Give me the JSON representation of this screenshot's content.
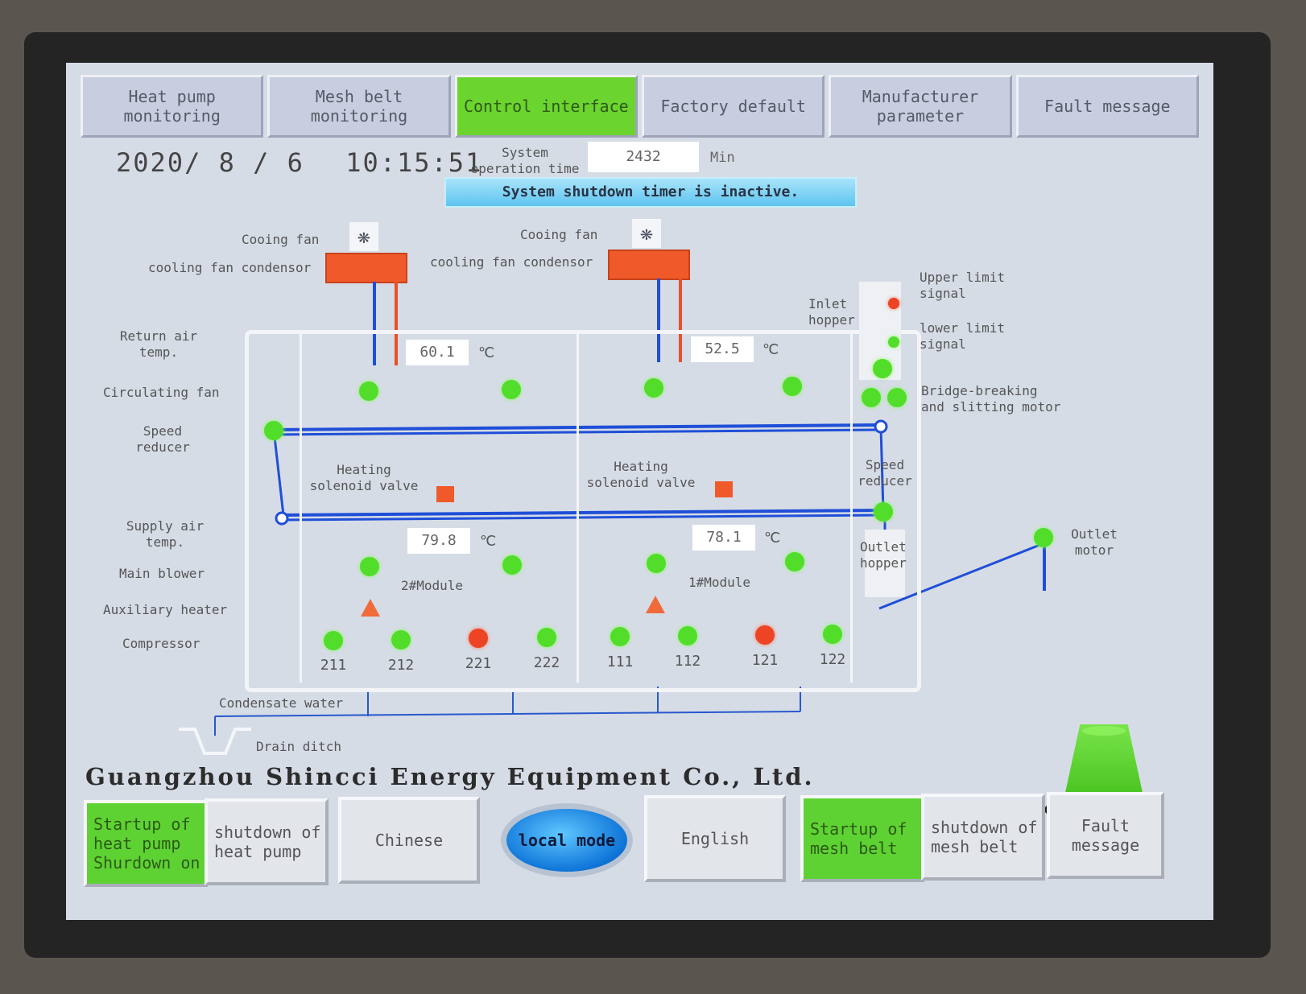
{
  "nav": {
    "tabs": [
      {
        "label": "Heat pump\nmonitoring",
        "active": false
      },
      {
        "label": "Mesh belt\nmonitoring",
        "active": false
      },
      {
        "label": "Control interface",
        "active": true
      },
      {
        "label": "Factory default",
        "active": false
      },
      {
        "label": "Manufacturer\nparameter",
        "active": false
      },
      {
        "label": "Fault message",
        "active": false
      }
    ]
  },
  "status": {
    "date": "2020/ 8 / 6",
    "time": "10:15:51",
    "op_time_label": "System\noperation time",
    "op_time_value": "2432",
    "op_time_unit": "Min",
    "shutdown_banner": "System shutdown timer is inactive."
  },
  "labels": {
    "cooing_fan": "Cooing  fan",
    "cooling_fan_condensor": "cooling fan condensor",
    "return_air_temp": "Return air\ntemp.",
    "circulating_fan": "Circulating fan",
    "speed_reducer": "Speed\nreducer",
    "supply_air_temp": "Supply air\ntemp.",
    "main_blower": "Main blower",
    "auxiliary_heater": "Auxiliary heater",
    "compressor": "Compressor",
    "heating_solenoid_valve": "Heating\nsolenoid valve",
    "module_2": "2#Module",
    "module_1": "1#Module",
    "inlet_hopper": "Inlet\nhopper",
    "upper_limit_signal": "Upper limit\nsignal",
    "lower_limit_signal": "lower  limit\nsignal",
    "bridge_breaking_motor": "Bridge-breaking\nand slitting motor",
    "speed_reducer_right": "Speed\nreducer",
    "outlet_hopper": "Outlet\nhopper",
    "outlet_motor": "Outlet\nmotor",
    "condensate_water": "Condensate water",
    "drain_ditch": "Drain ditch",
    "temp_unit": "℃"
  },
  "readings": {
    "return_air_module2": "60.1",
    "return_air_module1": "52.5",
    "supply_air_module2": "79.8",
    "supply_air_module1": "78.1"
  },
  "compressors": [
    {
      "id": "211",
      "state": "on"
    },
    {
      "id": "212",
      "state": "on"
    },
    {
      "id": "221",
      "state": "fault"
    },
    {
      "id": "222",
      "state": "on"
    },
    {
      "id": "111",
      "state": "on"
    },
    {
      "id": "112",
      "state": "on"
    },
    {
      "id": "121",
      "state": "fault"
    },
    {
      "id": "122",
      "state": "on"
    }
  ],
  "company": "Guangzhou Shincci Energy Equipment Co., Ltd.",
  "buttons": {
    "startup_heat_pump": "Startup of\nheat pump\nShurdown on",
    "shutdown_heat_pump": "shutdown  of\nheat pump",
    "chinese": "Chinese",
    "local_mode": "local mode",
    "english": "English",
    "startup_mesh_belt": "Startup of\nmesh belt",
    "shutdown_mesh_belt": "shutdown  of\nmesh belt",
    "fault_message": "Fault\nmessage"
  },
  "colors": {
    "active_green": "#5ed233",
    "fault_red": "#ec4424",
    "pipe_blue": "#1f4fd8",
    "banner_cyan": "#5ec4ef"
  },
  "icons": {
    "fan": "fan-icon",
    "emergency_stop": "emergency-stop-button"
  }
}
